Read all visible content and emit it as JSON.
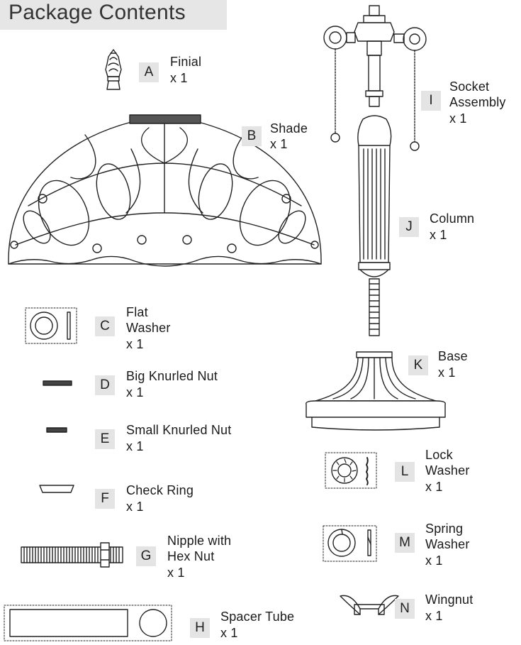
{
  "page_title": "Package Contents",
  "parts": [
    {
      "letter": "A",
      "name": "Finial",
      "qty": "x 1"
    },
    {
      "letter": "B",
      "name": "Shade",
      "qty": "x 1"
    },
    {
      "letter": "C",
      "name": "Flat\nWasher",
      "qty": "x 1"
    },
    {
      "letter": "D",
      "name": "Big Knurled Nut",
      "qty": "x 1"
    },
    {
      "letter": "E",
      "name": "Small Knurled Nut",
      "qty": "x 1"
    },
    {
      "letter": "F",
      "name": "Check Ring",
      "qty": "x 1"
    },
    {
      "letter": "G",
      "name": "Nipple with\nHex Nut",
      "qty": "x 1"
    },
    {
      "letter": "H",
      "name": "Spacer Tube",
      "qty": "x 1"
    },
    {
      "letter": "I",
      "name": "Socket\nAssembly",
      "qty": "x 1"
    },
    {
      "letter": "J",
      "name": "Column",
      "qty": "x 1"
    },
    {
      "letter": "K",
      "name": "Base",
      "qty": "x 1"
    },
    {
      "letter": "L",
      "name": "Lock\nWasher",
      "qty": "x 1"
    },
    {
      "letter": "M",
      "name": "Spring\nWasher",
      "qty": "x 1"
    },
    {
      "letter": "N",
      "name": "Wingnut",
      "qty": "x 1"
    }
  ]
}
